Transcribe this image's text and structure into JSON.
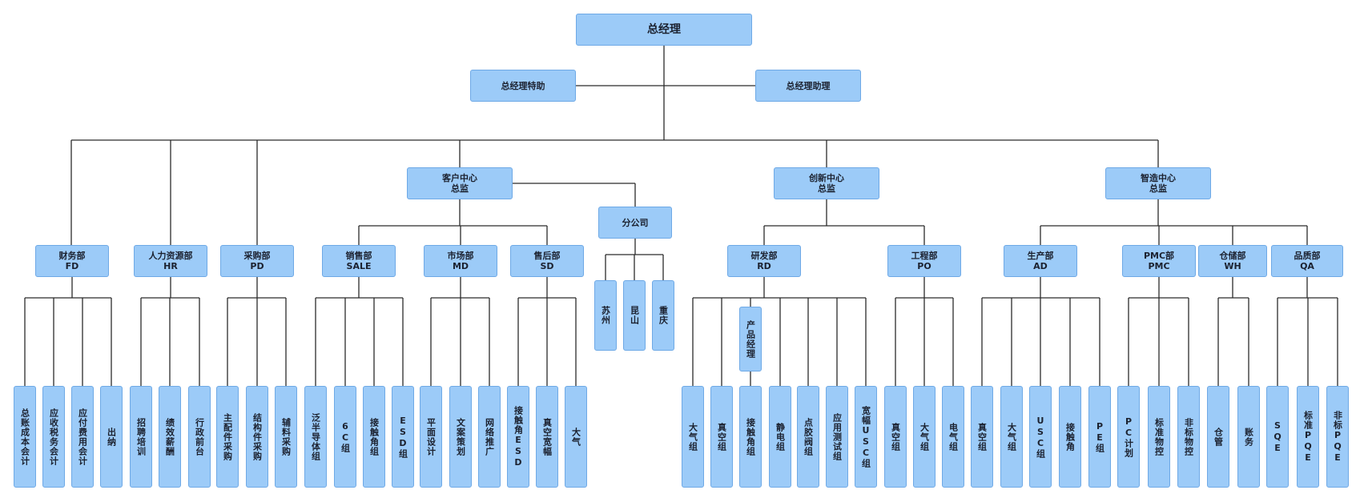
{
  "ceo": "总经理",
  "special_assistant": "总经理特助",
  "assistant": "总经理助理",
  "centers": {
    "customer": [
      "客户中心",
      "总监"
    ],
    "innovation": [
      "创新中心",
      "总监"
    ],
    "manufacturing": [
      "智造中心",
      "总监"
    ]
  },
  "branch": "分公司",
  "branch_cities": [
    "苏州",
    "昆山",
    "重庆"
  ],
  "departments": {
    "fd": [
      "财务部",
      "FD"
    ],
    "hr": [
      "人力资源部",
      "HR"
    ],
    "pd": [
      "采购部",
      "PD"
    ],
    "sale": [
      "销售部",
      "SALE"
    ],
    "md": [
      "市场部",
      "MD"
    ],
    "sd": [
      "售后部",
      "SD"
    ],
    "rd": [
      "研发部",
      "RD"
    ],
    "po": [
      "工程部",
      "PO"
    ],
    "ad": [
      "生产部",
      "AD"
    ],
    "pmc": [
      "PMC部",
      "PMC"
    ],
    "wh": [
      "仓储部",
      "WH"
    ],
    "qa": [
      "品质部",
      "QA"
    ]
  },
  "product_manager": "产品经理",
  "teams": {
    "fd": [
      [
        "总账",
        "成本会计"
      ],
      [
        "应收",
        "税务会计"
      ],
      [
        "应付",
        "费用会计"
      ],
      [
        "出纳"
      ]
    ],
    "hr": [
      [
        "招聘",
        "培训"
      ],
      [
        "绩效",
        "薪酬"
      ],
      [
        "行政",
        "前台"
      ]
    ],
    "pd": [
      [
        "主配件采购"
      ],
      [
        "结构件采购"
      ],
      [
        "辅料采购"
      ]
    ],
    "sale": [
      [
        "泛半导体组"
      ],
      [
        "6C组"
      ],
      [
        "接触角组"
      ],
      [
        "ESD组"
      ]
    ],
    "md": [
      [
        "平面设计"
      ],
      [
        "文案策划"
      ],
      [
        "网络推广"
      ]
    ],
    "sd": [
      [
        "接触角",
        "ESD"
      ],
      [
        "真空",
        "宽幅"
      ],
      [
        "大气"
      ]
    ],
    "rd": [
      [
        "大气组"
      ],
      [
        "真空组"
      ],
      [
        "接触角组"
      ],
      [
        "静电组"
      ],
      [
        "点胶阀组"
      ],
      [
        "应用测试组"
      ],
      [
        "宽幅",
        "USC组"
      ]
    ],
    "po": [
      [
        "真空组"
      ],
      [
        "大气组"
      ],
      [
        "电气组"
      ]
    ],
    "ad": [
      [
        "真空组"
      ],
      [
        "大气组"
      ],
      [
        "USC组"
      ],
      [
        "接触角"
      ],
      [
        "PE组"
      ]
    ],
    "pmc": [
      [
        "PC计划"
      ],
      [
        "标准物控"
      ],
      [
        "非标物控"
      ]
    ],
    "wh": [
      [
        "仓管"
      ],
      [
        "账务"
      ]
    ],
    "qa": [
      [
        "SQE"
      ],
      [
        "标准PQE"
      ],
      [
        "非标PQE"
      ]
    ]
  }
}
